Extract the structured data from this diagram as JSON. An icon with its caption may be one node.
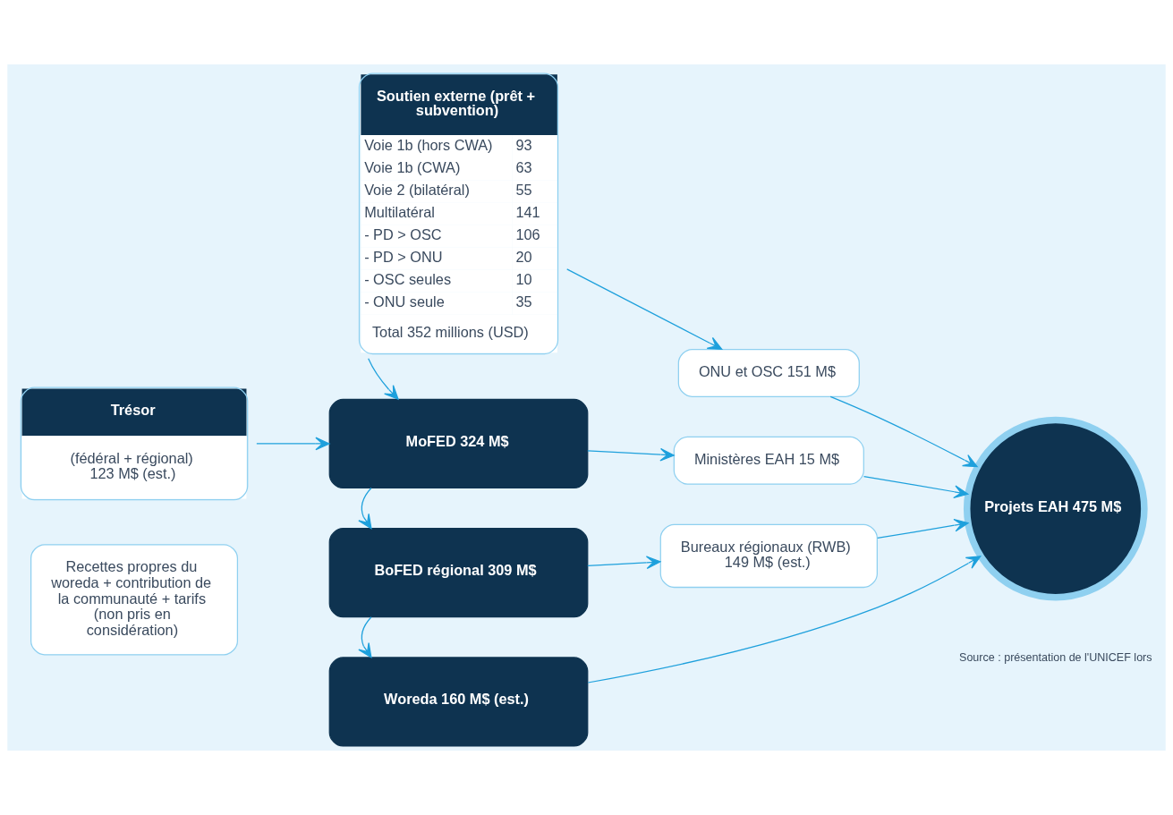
{
  "diagram": {
    "nodes": [
      {
        "text": [
          "Trésor",
          "(fédéral + régional) 123 M$ (est.)"
        ]
      },
      {
        "text": [
          "Soutien externe (prêt + subvention)",
          "Voie 1b (hors CWA)",
          "93",
          "Voie 1b (CWA)",
          "63",
          "Voie 2 (bilatéral)",
          "55",
          "Multilatéral",
          "141",
          "- PD > OSC",
          "106",
          "- PD > ONU",
          "20",
          "- OSC seules",
          "10",
          "- ONU seule",
          "35",
          "Total 352 millions (USD)"
        ]
      },
      {
        "text": [
          "ONU et OSC 151 M$"
        ]
      },
      {
        "text": [
          "MoFED 324 M$"
        ]
      },
      {
        "text": [
          "Ministères EAH 15 M$"
        ]
      },
      {
        "text": [
          "Projets EAH 475 M$"
        ]
      },
      {
        "text": [
          "BoFED régional 309 M$"
        ]
      },
      {
        "text": [
          "Bureaux régionaux (RWB) 149 M$ (est.)"
        ]
      },
      {
        "text": [
          "Recettes propres du woreda + contribution de la communauté + tarifs (non pris en considération)"
        ]
      },
      {
        "text": [
          "Woreda 160 M$ (est.)"
        ]
      }
    ],
    "edges": [
      {
        "from": 1,
        "to": 2,
        "arrow": "to"
      },
      {
        "from": 2,
        "to": 5,
        "arrow": "to"
      },
      {
        "from": 0,
        "to": 3,
        "arrow": "to"
      },
      {
        "from": 1,
        "to": 3,
        "arrow": "to"
      },
      {
        "from": 3,
        "to": 4,
        "arrow": "to"
      },
      {
        "from": 4,
        "to": 5,
        "arrow": "to"
      },
      {
        "from": 3,
        "to": 6,
        "arrow": "to"
      },
      {
        "from": 6,
        "to": 7,
        "arrow": "to"
      },
      {
        "from": 7,
        "to": 5,
        "arrow": "to"
      },
      {
        "from": 6,
        "to": 9,
        "arrow": "to"
      },
      {
        "from": 9,
        "to": 5,
        "arrow": "to"
      }
    ],
    "labels": [
      "Source : présentation de l'UNICEF lors"
    ]
  }
}
